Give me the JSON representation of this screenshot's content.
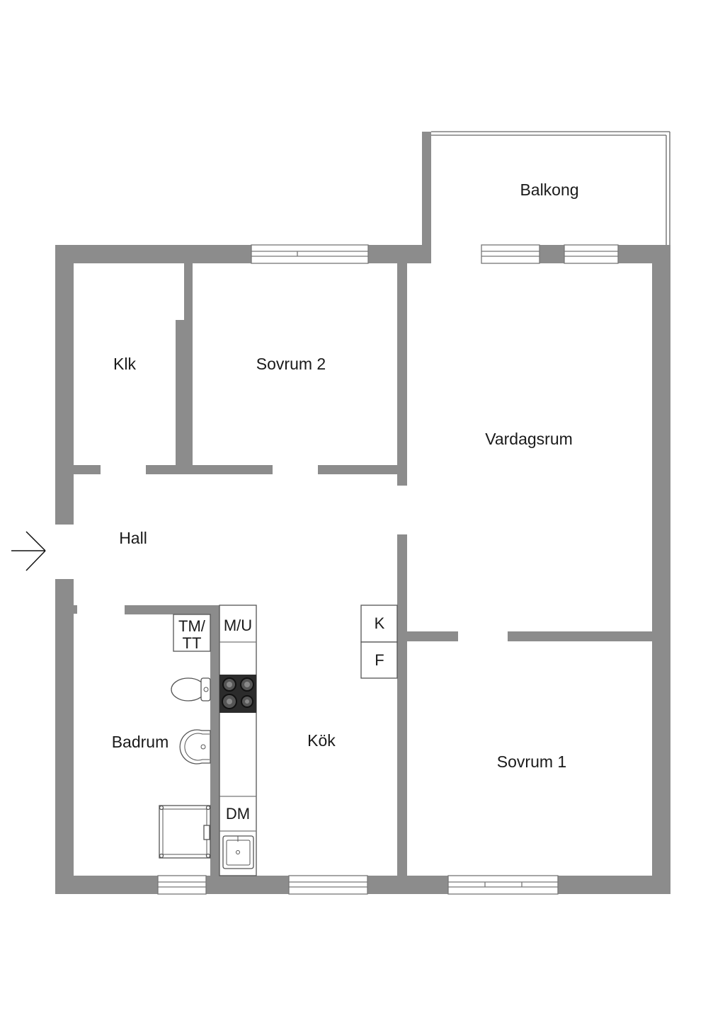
{
  "rooms": {
    "balkong": "Balkong",
    "klk": "Klk",
    "sovrum2": "Sovrum 2",
    "vardagsrum": "Vardagsrum",
    "hall": "Hall",
    "badrum": "Badrum",
    "kok": "Kök",
    "sovrum1": "Sovrum 1"
  },
  "fixtures": {
    "tm_tt_line1": "TM/",
    "tm_tt_line2": "TT",
    "mu": "M/U",
    "k": "K",
    "f": "F",
    "dm": "DM"
  },
  "colors": {
    "wall": "#8c8c8c",
    "background": "#ffffff"
  }
}
